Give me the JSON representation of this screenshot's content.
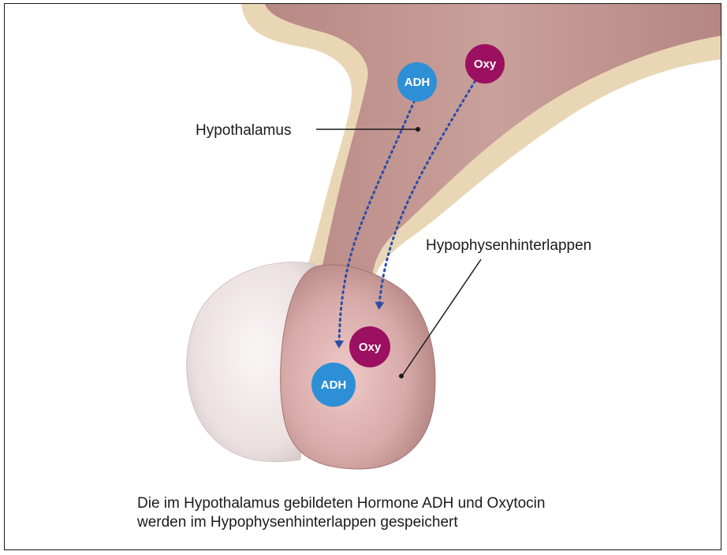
{
  "labels": {
    "hypothalamus": "Hypothalamus",
    "posterior_pituitary": "Hypophysenhinterlappen"
  },
  "badges": {
    "adh_top": "ADH",
    "oxy_top": "Oxy",
    "oxy_bottom": "Oxy",
    "adh_bottom": "ADH"
  },
  "caption": {
    "line1": "Die im Hypothalamus gebildeten Hormone ADH und Oxytocin",
    "line2": "werden im Hypophysenhinterlappen gespeichert"
  },
  "colors": {
    "adh": "#2d8fd5",
    "oxy": "#9b1060",
    "arrow": "#2b4ea8",
    "tissue": "#c89c96",
    "sheath": "#e8d4b2",
    "anterior_lobe": "#ece2e2"
  }
}
